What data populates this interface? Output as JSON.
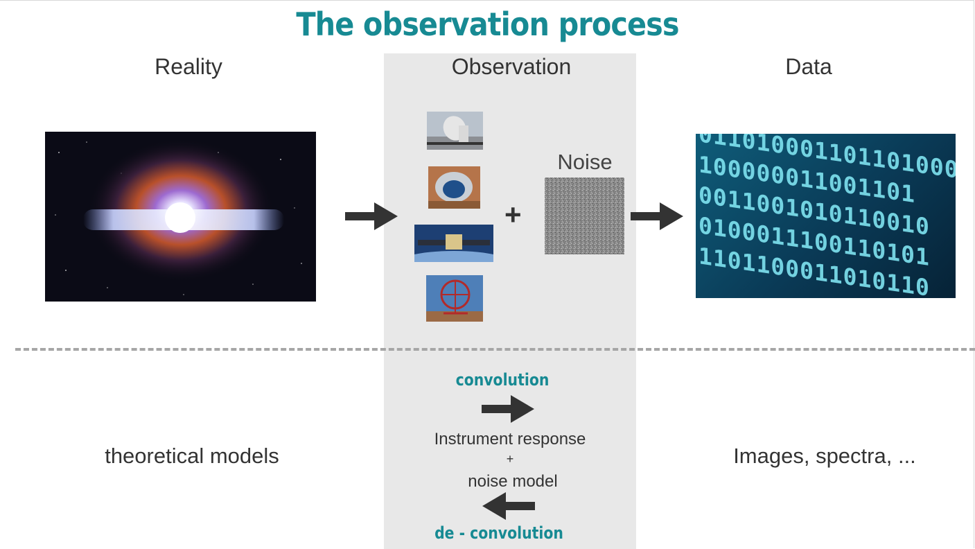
{
  "title": "The observation process",
  "columns": {
    "reality": "Reality",
    "observation": "Observation",
    "data": "Data"
  },
  "noise": {
    "label": "Noise",
    "plus": "+"
  },
  "bottom": {
    "left": "theoretical models",
    "right": "Images, spectra, ...",
    "convolution": "convolution",
    "instrument_response": "Instrument response",
    "plus": "+",
    "noise_model": "noise model",
    "deconvolution": "de - convolution"
  },
  "binary_rows": [
    "0110100011011010001",
    "100000011001101",
    "0011001010110010",
    "0100011100110101",
    "1101100011010110"
  ],
  "colors": {
    "title": "#178a93",
    "band": "#e8e8e8",
    "arrow": "#333333",
    "dash": "#a6a6a6"
  }
}
